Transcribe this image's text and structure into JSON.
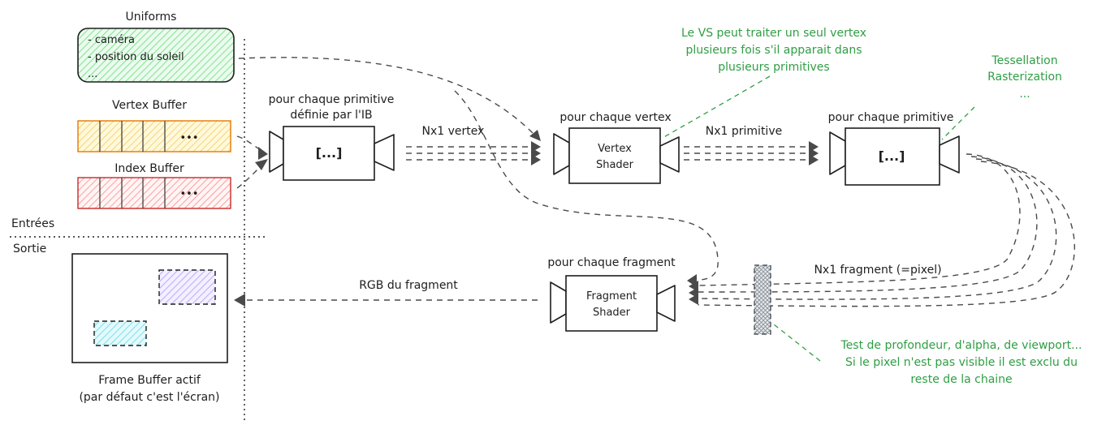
{
  "colors": {
    "uniforms_fill": "#b2f2bb",
    "vertex_buffer_fill": "#ffec99",
    "index_buffer_fill": "#ffc9c9",
    "fb_rect1_fill": "#d0bfff",
    "fb_rect2_fill": "#99e9f2",
    "note_color": "#2f9e44",
    "arrow_color": "#4a4a4a"
  },
  "inputs": {
    "uniforms_title": "Uniforms",
    "uniforms_lines": [
      "- caméra",
      "- position du soleil",
      "..."
    ],
    "vertex_buffer_title": "Vertex Buffer",
    "index_buffer_title": "Index Buffer",
    "buffer_ellipsis": "•••",
    "section_in": "Entrées",
    "section_out": "Sortie"
  },
  "stages": {
    "primitive_assembly": {
      "caption": [
        "pour chaque primitive",
        "définie par l'IB"
      ],
      "content": "[...]"
    },
    "vertex_shader": {
      "caption": "pour chaque vertex",
      "content": [
        "Vertex",
        "Shader"
      ]
    },
    "rasterizer": {
      "caption": "pour chaque primitive",
      "content": "[...]"
    },
    "fragment_shader": {
      "caption": "pour chaque fragment",
      "content": [
        "Fragment",
        "Shader"
      ]
    }
  },
  "edges": {
    "nx1_vertex": "Nx1 vertex",
    "nx1_primitive": "Nx1 primitive",
    "nx1_fragment": "Nx1 fragment (=pixel)",
    "rgb_fragment": "RGB du fragment"
  },
  "notes": {
    "vs_note": [
      "Le VS peut traiter un seul vertex",
      "plusieurs fois s'il apparait dans",
      "plusieurs primitives"
    ],
    "tess_note": [
      "Tessellation",
      "Rasterization",
      "..."
    ],
    "test_note": [
      "Test de profondeur, d'alpha, de viewport...",
      "Si le pixel n'est pas visible il est exclu du",
      "reste de la chaine"
    ]
  },
  "output": {
    "frame_buffer_caption": [
      "Frame Buffer actif",
      "(par défaut c'est l'écran)"
    ]
  }
}
